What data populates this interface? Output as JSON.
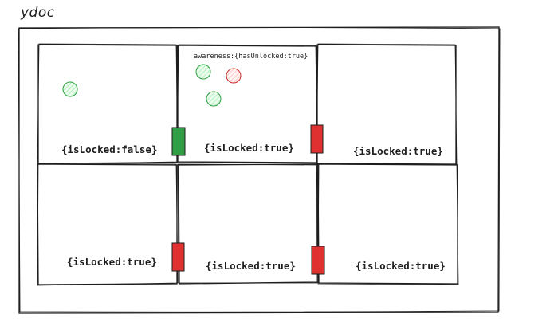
{
  "document": {
    "title": "ydoc"
  },
  "awareness": {
    "label": "awareness:{hasUnlocked:true}"
  },
  "cells": [
    {
      "label": "{isLocked:false}"
    },
    {
      "label": "{isLocked:true}"
    },
    {
      "label": "{isLocked:true}"
    },
    {
      "label": "{isLocked:true}"
    },
    {
      "label": "{isLocked:true}"
    },
    {
      "label": "{isLocked:true}"
    }
  ],
  "colors": {
    "stroke": "#1e1e1e",
    "unlocked_handle": "#2f9e44",
    "locked_handle": "#e03131",
    "green_circle_fill": "#b2f2bb",
    "green_circle_stroke": "#2f9e44",
    "red_circle_fill": "#ffc9c9",
    "red_circle_stroke": "#c92a2a"
  }
}
